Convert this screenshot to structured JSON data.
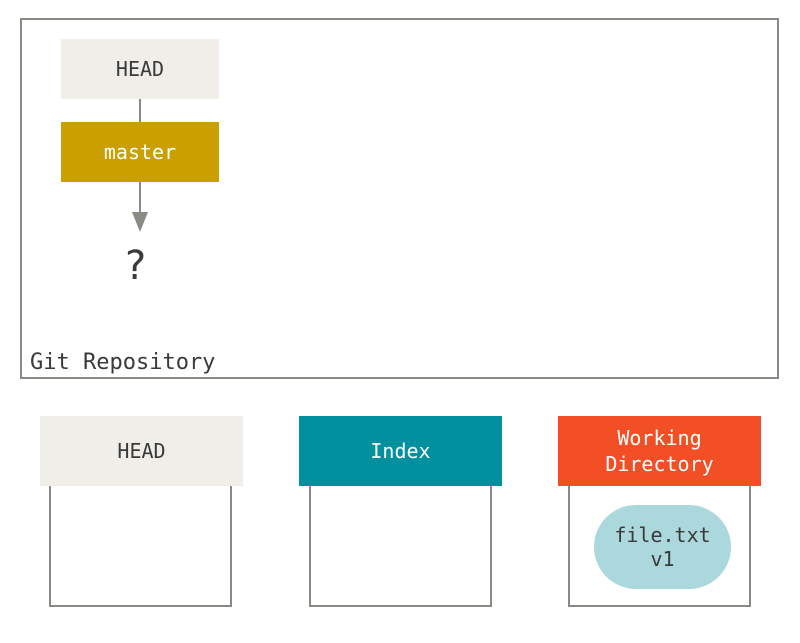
{
  "repository": {
    "label": "Git Repository",
    "head_label": "HEAD",
    "branch_label": "master",
    "unknown_commit": "?"
  },
  "trees": [
    {
      "label": "HEAD",
      "color": "#efeee8"
    },
    {
      "label": "Index",
      "color": "#00909e"
    },
    {
      "label": "Working\nDirectory",
      "color": "#f24f26"
    }
  ],
  "file": {
    "name": "file.txt",
    "version": "v1",
    "color": "#abd8dc"
  },
  "colors": {
    "branch": "#cc9f00",
    "border": "#8a8a84"
  }
}
